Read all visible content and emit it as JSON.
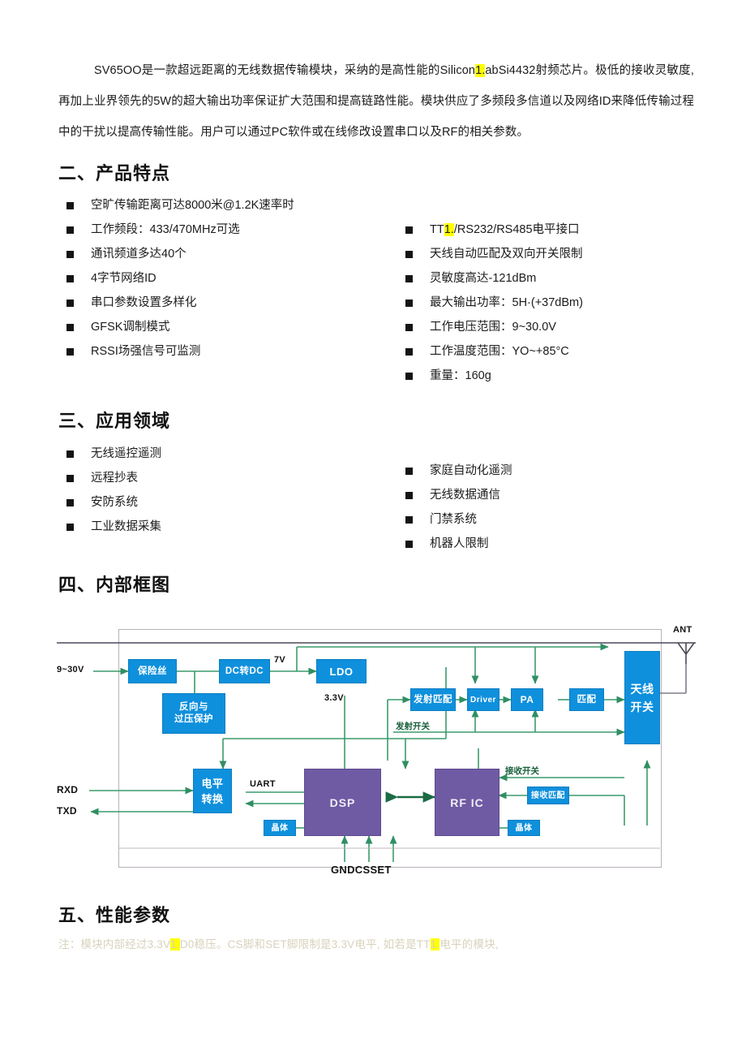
{
  "intro": {
    "part1": "SV65OO是一款超远距离的无线数据传输模块，采纳的是高性能的Silicon",
    "highlight1": "1.",
    "part2": "abSi4432射频芯片。极低的接收灵敏度, 再加上业界领先的5W的超大输出功率保证扩大范围和提高链路性能。模块供应了多频段多信道以及网络ID来降低传输过程中的干扰以提高传输性能。用户可以通过PC软件或在线修改设置串口以及RF的相关参数。"
  },
  "sections": {
    "features_heading": "二、产品特点",
    "applications_heading": "三、应用领域",
    "diagram_heading": "四、内部框图",
    "performance_heading": "五、性能参数"
  },
  "features_left": [
    "空旷传输距离可达8000米@1.2K速率时",
    "工作频段：433/470MHz可选",
    "通讯频道多达40个",
    "4字节网络ID",
    "串口参数设置多样化",
    "GFSK调制模式",
    "RSSI场强信号可监测"
  ],
  "features_right": [
    {
      "pre": "TT",
      "hl": "1.",
      "post": "/RS232/RS485电平接口"
    },
    {
      "pre": "天线自动匹配及双向开关限制",
      "hl": "",
      "post": ""
    },
    {
      "pre": "灵敏度高达-121dBm",
      "hl": "",
      "post": ""
    },
    {
      "pre": "最大输出功率：5H·(+37dBm)",
      "hl": "",
      "post": ""
    },
    {
      "pre": "工作电压范围：9~30.0V",
      "hl": "",
      "post": ""
    },
    {
      "pre": "工作温度范围：YO~+85°C",
      "hl": "",
      "post": ""
    },
    {
      "pre": "重量：160g",
      "hl": "",
      "post": ""
    }
  ],
  "applications_left": [
    "无线遥控遥测",
    "远程抄表",
    "安防系统",
    "工业数据采集"
  ],
  "applications_right": [
    "家庭自动化遥测",
    "无线数据通信",
    "门禁系统",
    "机器人限制"
  ],
  "diagram": {
    "blocks": {
      "fuse": "保险丝",
      "dcdc": "DC转DC",
      "ldo": "LDO",
      "protection": "反向与\n过压保护",
      "tx_match": "发射匹配",
      "driver": "Driver",
      "pa": "PA",
      "match": "匹配",
      "ant_switch": "天线\n开关",
      "level_shift": "电平\n转换",
      "dsp": "DSP",
      "rf_ic": "RF  IC",
      "crystal_dsp": "晶体",
      "crystal_rf": "晶体",
      "rx_match": "接收匹配"
    },
    "labels": {
      "vin": "9~30V",
      "v7": "7V",
      "v33": "3.3V",
      "ant": "ANT",
      "rxd": "RXD",
      "txd": "TXD",
      "uart": "UART",
      "tx_switch": "发射开关",
      "rx_switch": "接收开关",
      "pins": "GNDCSSET"
    },
    "colors": {
      "blue_block": "#0f90dc",
      "purple_block": "#6f5ba3",
      "wire_green": "#3a9b6d",
      "frame": "#b9b0bb"
    }
  },
  "note": {
    "part1": "注：模块内部经过3.3V",
    "highlight1": "1.",
    "part2": "D0稳压。CS脚和SET脚限制是3.3V电平, 如若是TT",
    "highlight2": "1.",
    "part3": "电平的模块,"
  }
}
